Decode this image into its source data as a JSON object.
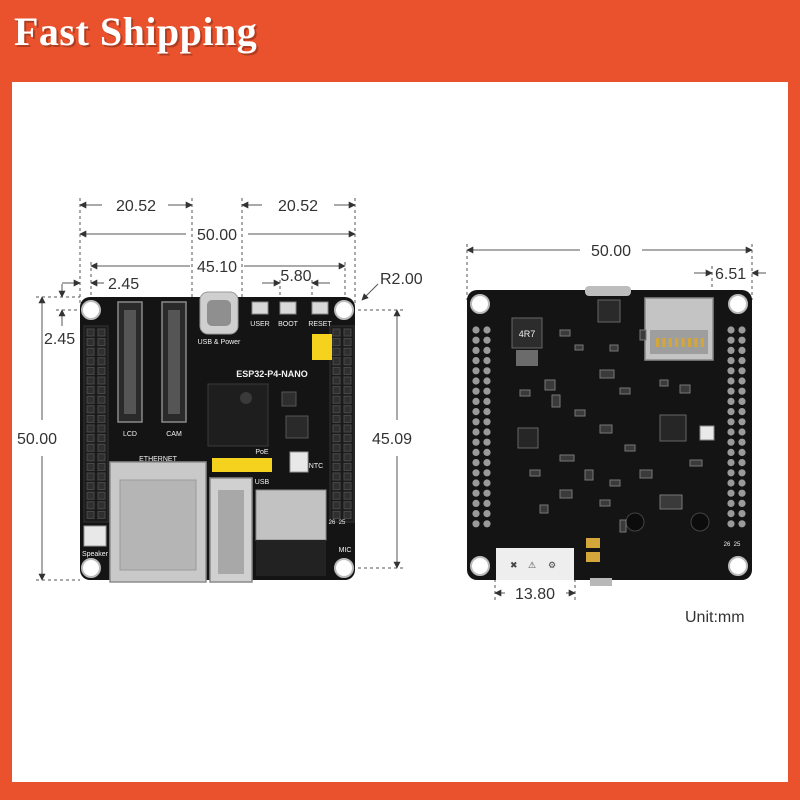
{
  "banner": {
    "text": "Fast Shipping",
    "bg_color": "#e9522c",
    "text_color": "#ffffff"
  },
  "front": {
    "dims": {
      "top_left": "20.52",
      "top_right": "20.52",
      "overall_width": "50.00",
      "hole_span": "45.10",
      "hole_offset_x": "2.45",
      "button_pitch": "5.80",
      "corner_radius": "R2.00",
      "hole_offset_y": "2.45",
      "overall_height": "50.00",
      "hole_span_y": "45.09"
    },
    "labels": {
      "usb_power": "USB & Power",
      "user": "USER",
      "boot": "BOOT",
      "reset": "RESET",
      "model": "ESP32-P4-NANO",
      "lcd": "LCD",
      "cam": "CAM",
      "ethernet": "ETHERNET",
      "poe": "PoE",
      "ntc": "NTC",
      "usb": "USB",
      "speaker": "Speaker",
      "mic": "MIC",
      "pin_a": "26",
      "pin_b": "25"
    }
  },
  "back": {
    "dims": {
      "overall_width": "50.00",
      "edge_offset": "6.51",
      "label_width": "13.80"
    },
    "labels": {
      "inductor": "4R7",
      "pin_a": "26",
      "pin_b": "25"
    }
  },
  "unit": "Unit:mm",
  "colors": {
    "board": "#141414",
    "silk": "#f2f2f2",
    "header_yellow": "#f4d21e",
    "metal": "#c9c9c9",
    "gold": "#d4a73a",
    "hole": "#ffffff"
  }
}
